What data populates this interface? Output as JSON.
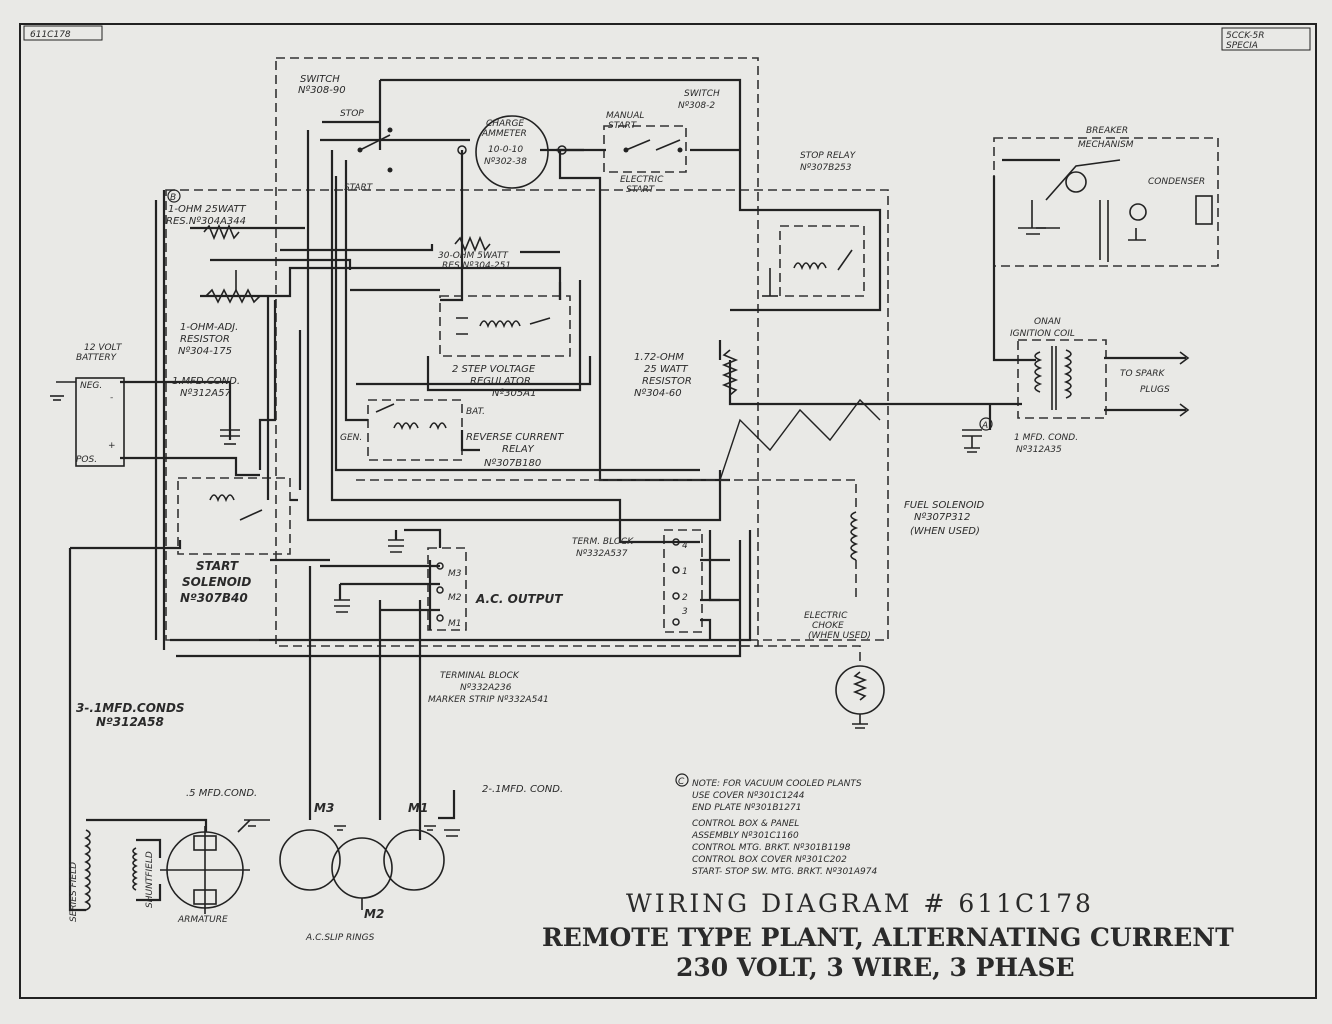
{
  "corner_tags": {
    "left": "611C178",
    "right_line1": "5CCK-5R",
    "right_line2": "SPECIA"
  },
  "title": {
    "line1": "WIRING DIAGRAM  # 611C178",
    "line2": "REMOTE TYPE PLANT, ALTERNATING CURRENT",
    "line3": "230 VOLT, 3 WIRE, 3 PHASE"
  },
  "labels": {
    "switch_start_stop": [
      "SWITCH",
      "Nº308-90",
      "STOP",
      "START"
    ],
    "charge_ammeter": [
      "CHARGE",
      "AMMETER",
      "10-0-10",
      "Nº302-38"
    ],
    "manual_switch": [
      "SWITCH",
      "Nº308-2",
      "MANUAL",
      "START",
      "ELECTRIC",
      "START"
    ],
    "stop_relay": [
      "STOP RELAY",
      "Nº307B253"
    ],
    "breaker": [
      "BREAKER",
      "MECHANISM",
      "CONDENSER"
    ],
    "res_1ohm_25w": [
      "1-OHM 25WATT",
      "RES.Nº304A344"
    ],
    "res_30ohm": [
      "30-OHM 5WATT",
      "RES.Nº304-251"
    ],
    "res_1ohm_adj": [
      "1-OHM-ADJ.",
      "RESISTOR",
      "Nº304-175"
    ],
    "battery": [
      "12 VOLT",
      "BATTERY",
      "NEG.",
      "POS.",
      "-",
      "+"
    ],
    "cond_1mfd_a": [
      "1.MFD.COND.",
      "Nº312A57"
    ],
    "voltage_regulator": [
      "2 STEP VOLTAGE",
      "REGULATOR",
      "Nº305A1"
    ],
    "res_172ohm": [
      "1.72-OHM",
      "25 WATT",
      "RESISTOR",
      "Nº304-60"
    ],
    "ignition_coil": [
      "ONAN",
      "IGNITION COIL"
    ],
    "spark_plugs": [
      "TO SPARK",
      "PLUGS"
    ],
    "cond_1mfd_b": [
      "1 MFD. COND.",
      "Nº312A35"
    ],
    "reverse_current_relay": [
      "REVERSE CURRENT",
      "RELAY",
      "Nº307B180",
      "BAT.",
      "GEN."
    ],
    "fuel_solenoid": [
      "FUEL SOLENOID",
      "Nº307P312",
      "(WHEN USED)"
    ],
    "start_solenoid": [
      "START",
      "SOLENOID",
      "Nº307B40"
    ],
    "term_block_a": [
      "TERM. BLOCK",
      "Nº332A537"
    ],
    "ac_output": "A.C. OUTPUT",
    "terminal_block_b": [
      "TERMINAL BLOCK",
      "Nº332A236",
      "MARKER STRIP Nº332A541"
    ],
    "electric_choke": [
      "ELECTRIC",
      "CHOKE",
      "(WHEN USED)"
    ],
    "conds_3": [
      "3-.1MFD.CONDS",
      "Nº312A58"
    ],
    "cond_5mfd": ".5 MFD.COND.",
    "conds_2": "2-.1MFD. COND.",
    "series_field": "SERIES FIELD",
    "shunt_field": "SHUNTFIELD",
    "armature": "ARMATURE",
    "slip_rings": "A.C.SLIP RINGS",
    "m1": "M1",
    "m2": "M2",
    "m3": "M3",
    "circle_a": "A",
    "circle_b": "B",
    "circle_c": "C",
    "term_numbers": [
      "4",
      "1",
      "2",
      "3"
    ],
    "ac_terms": [
      "M3",
      "M2",
      "M1"
    ]
  },
  "note": [
    "NOTE: FOR VACUUM COOLED PLANTS",
    "USE COVER Nº301C1244",
    "END PLATE Nº301B1271",
    "CONTROL BOX & PANEL",
    "ASSEMBLY Nº301C1160",
    "CONTROL MTG. BRKT. Nº301B1198",
    "CONTROL BOX COVER Nº301C202",
    "START- STOP SW. MTG. BRKT. Nº301A974"
  ]
}
